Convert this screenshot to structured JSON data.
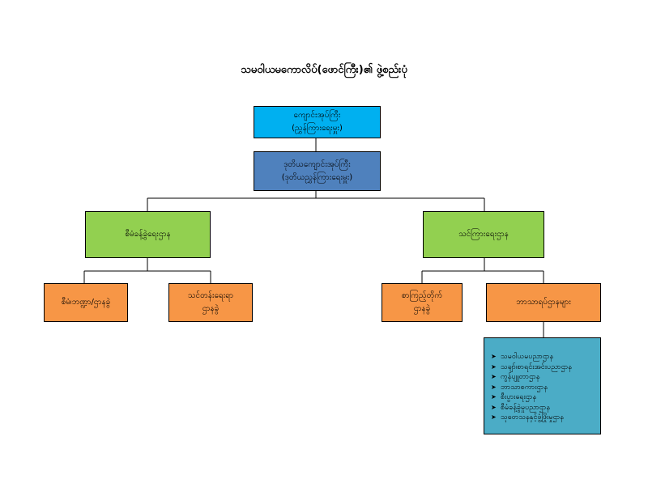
{
  "title": "သမဝါယမကောလိပ်(ဖောင်ကြီး)၏ ဖွဲ့စည်းပုံ",
  "colors": {
    "principal": "#00b0f0",
    "vice_principal": "#4f81bd",
    "department": "#92d050",
    "section": "#f79646",
    "subject_list": "#4bacc6"
  },
  "nodes": {
    "principal": {
      "line1": "ကျောင်းအုပ်ကြီး",
      "line2": "(ညွှန်ကြားရေးမှူး)"
    },
    "vice_principal": {
      "line1": "ဒုတိယကျောင်းအုပ်ကြီး",
      "line2": "(ဒုတိယညွှန်ကြားရေးမှူး)"
    },
    "admin_dept": {
      "line1": "စီမံခန့်ခွဲရေးဌာန"
    },
    "teaching_dept": {
      "line1": "သင်ကြားရေးဌာန"
    },
    "admin_finance": {
      "line1": "စီမံ၊ဘဏ္ဍာ/ဌာနခွဲ"
    },
    "course_section": {
      "line1": "သင်တန်းရေးရာ",
      "line2": "ဌာနခွဲ"
    },
    "library_section": {
      "line1": "စာကြည့်တိုက်",
      "line2": "ဌာနခွဲ"
    },
    "subject_depts": {
      "line1": "ဘာသာရပ်ဌာနများ"
    }
  },
  "bullet_icon": "arrow-bullet-icon",
  "subject_list": [
    "သမဝါယမပညာဌာန",
    "သချာ်၊စာရင်းအင်းပညာဌာန",
    "ကွန်ပျူတာဌာန",
    "ဘာသာစကားဌာန",
    "စီးပွားရေးဌာန",
    "စီမံခန့်ခွဲမှုပညာဌာန",
    "သုတေသနနှင့်ဖွံ့ဖြိုးမှုဌာန"
  ]
}
